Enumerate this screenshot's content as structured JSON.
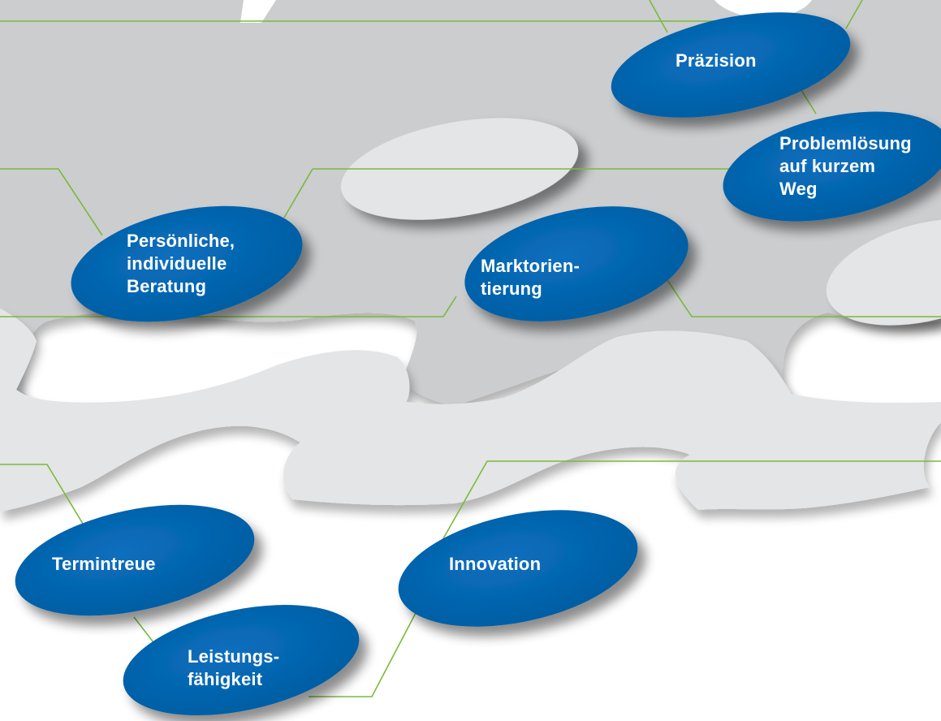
{
  "diagram": {
    "colors": {
      "oval_blue": "#0063ae",
      "connector_green": "#7aba3a",
      "band_dark": "#cbcdcf",
      "band_light": "#e4e5e6",
      "background": "#ffffff"
    },
    "labels": {
      "praezision": "Präzision",
      "problemloesung": "Problemlösung\nauf kurzem\nWeg",
      "persoenliche": "Persönliche,\nindividuelle\nBeratung",
      "marktorientierung": "Marktorien-\ntierung",
      "termintreue": "Termintreue",
      "innovation": "Innovation",
      "leistungsfaehigkeit": "Leistungs-\nfähigkeit"
    }
  }
}
